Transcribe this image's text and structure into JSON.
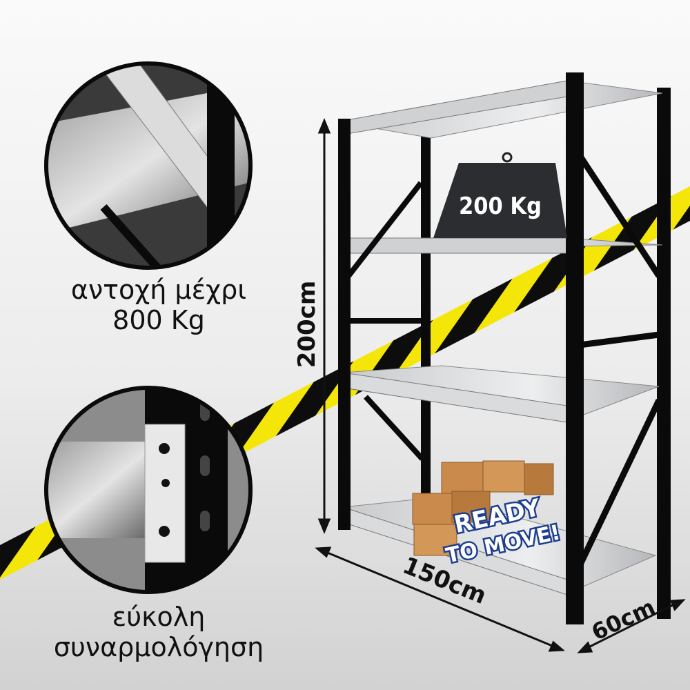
{
  "features": [
    {
      "line1": "αντοχή μέχρι",
      "line2": "800 Kg"
    },
    {
      "line1": "εύκολη",
      "line2": "συναρμολόγηση"
    }
  ],
  "weight_label": "200 Kg",
  "dimensions": {
    "height": "200cm",
    "width": "150cm",
    "depth": "60cm"
  },
  "badge": {
    "line1": "READY",
    "line2": "TO MOVE!"
  },
  "colors": {
    "stripe_yellow": "#f5e60a",
    "frame": "#0a0a0a",
    "shelf": "#d8dadc",
    "badge_blue": "#1e3f8f"
  }
}
